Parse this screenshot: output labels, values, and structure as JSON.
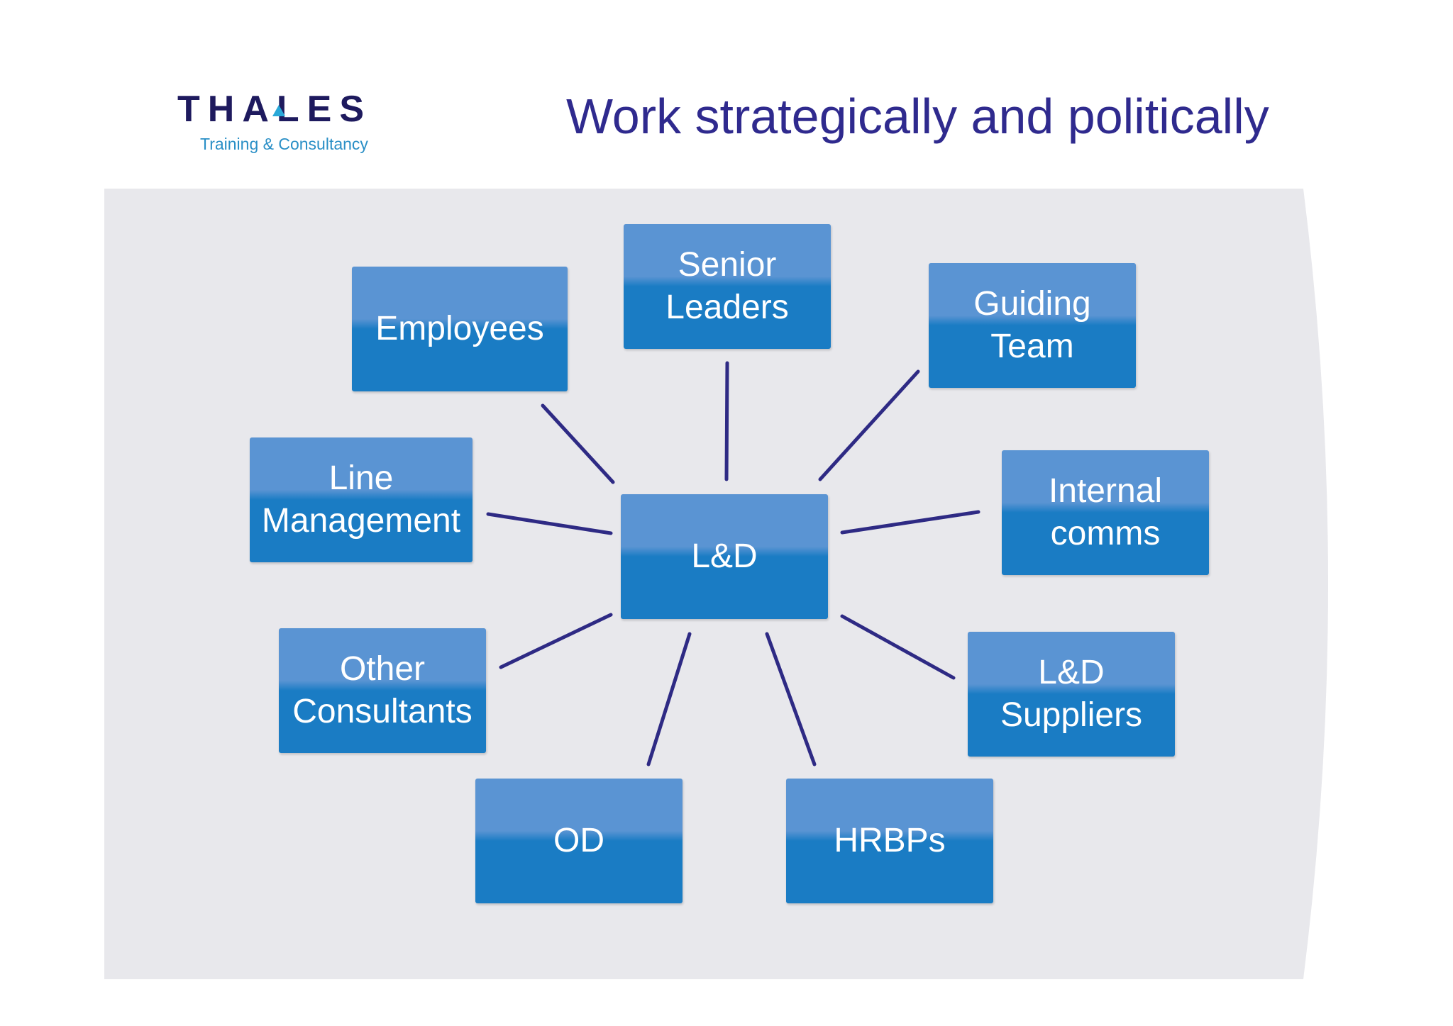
{
  "logo": {
    "wordmark": "THALES",
    "tagline": "Training & Consultancy"
  },
  "title": "Work strategically and politically",
  "colors": {
    "title": "#2f2a8e",
    "box_top": "#5a94d3",
    "box_bottom": "#1a7cc4",
    "connector": "#2e2a84",
    "panel": "#e8e8ec"
  },
  "diagram": {
    "center": "L&D",
    "nodes": [
      "Senior\nLeaders",
      "Employees",
      "Guiding\nTeam",
      "Line\nManagement",
      "Internal\ncomms",
      "Other\nConsultants",
      "L&D\nSuppliers",
      "OD",
      "HRBPs"
    ]
  }
}
